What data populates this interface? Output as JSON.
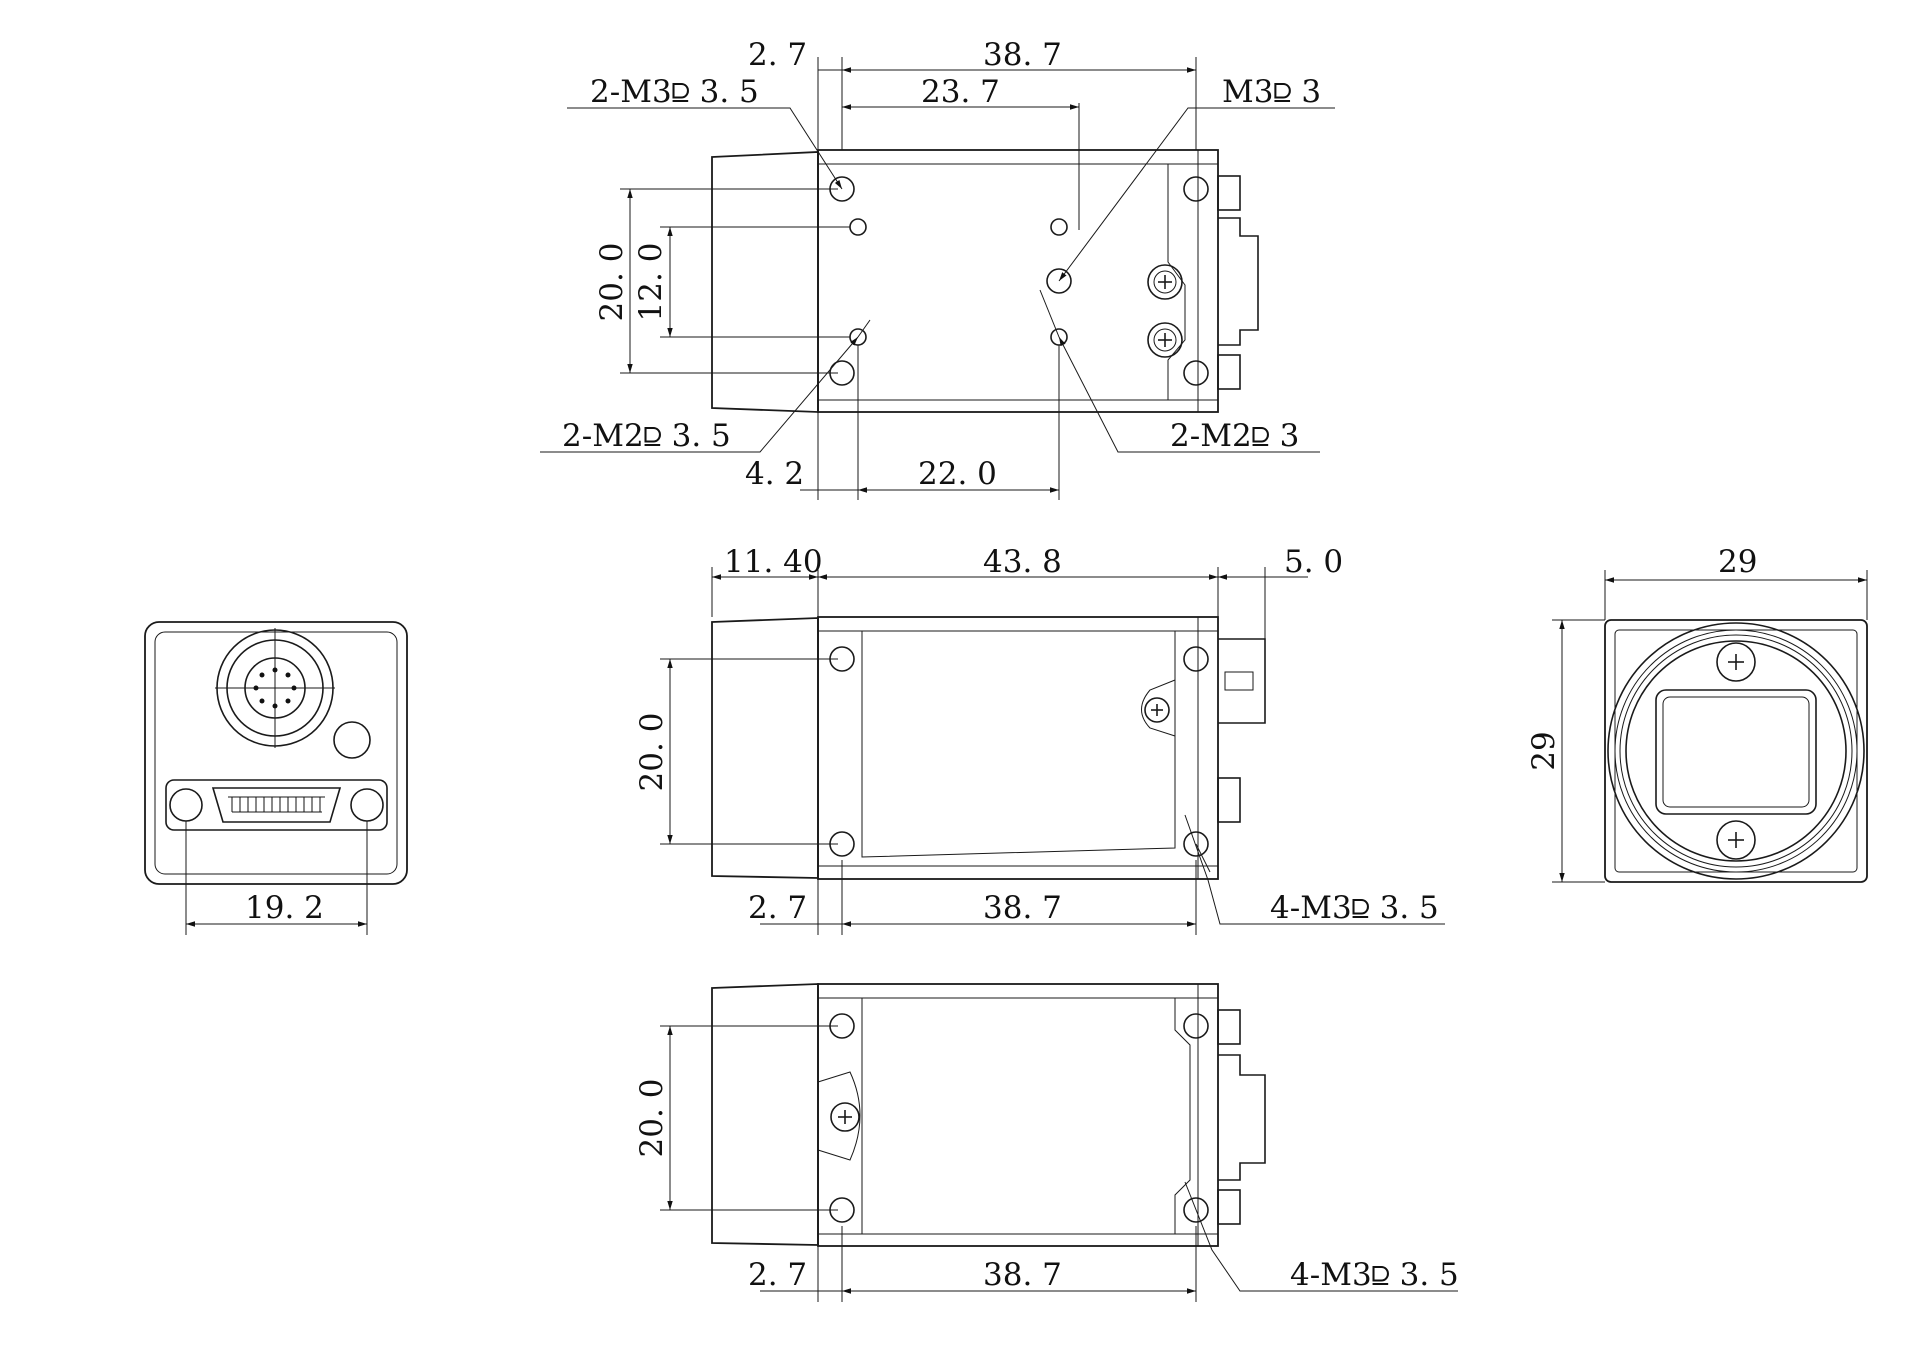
{
  "drawing": {
    "views": {
      "top": {
        "dim_2_7": "2. 7",
        "dim_38_7": "38. 7",
        "dim_23_7": "23. 7",
        "callout_2m3": "2-M3⫒ 3. 5",
        "callout_m3": "M3⫒ 3",
        "dim_20_0": "20. 0",
        "dim_12_0": "12. 0",
        "callout_2m2_left": "2-M2⫒ 3. 5",
        "callout_2m2_right": "2-M2⫒ 3",
        "dim_4_2": "4. 2",
        "dim_22_0": "22. 0"
      },
      "side": {
        "dim_11_40": "11. 40",
        "dim_43_8": "43. 8",
        "dim_5_0": "5. 0",
        "dim_20_0": "20. 0",
        "dim_2_7": "2. 7",
        "dim_38_7": "38. 7",
        "callout_4m3": "4-M3⫒ 3. 5"
      },
      "rear": {
        "dim_19_2": "19. 2"
      },
      "front": {
        "dim_width": "29",
        "dim_height": "29"
      },
      "bottom": {
        "dim_20_0": "20. 0",
        "dim_2_7": "2. 7",
        "dim_38_7": "38. 7",
        "callout_4m3": "4-M3⫒ 3. 5"
      }
    },
    "colors": {
      "line": "#1a1a1a",
      "background": "#ffffff"
    }
  }
}
